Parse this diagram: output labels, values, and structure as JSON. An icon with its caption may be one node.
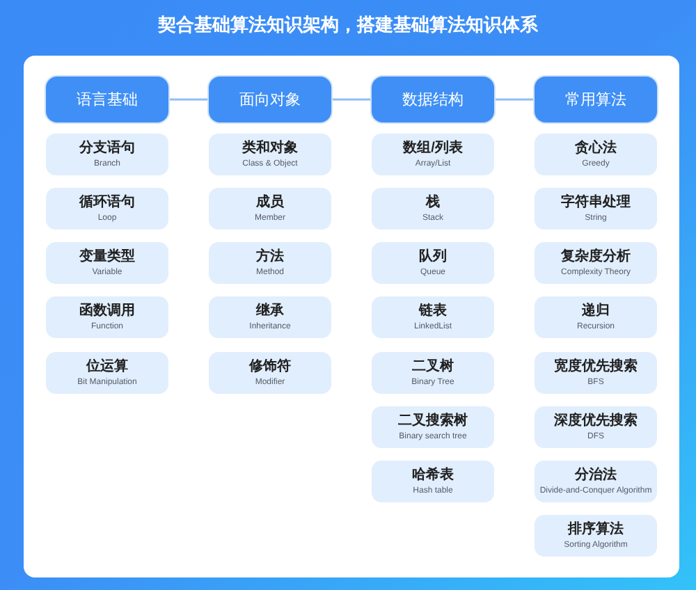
{
  "diagram": {
    "title": "契合基础算法知识架构，搭建基础算法知识体系",
    "nodes": [
      {
        "text": [
          "语言基础"
        ]
      },
      {
        "text": [
          "面向对象"
        ]
      },
      {
        "text": [
          "数据结构"
        ]
      },
      {
        "text": [
          "常用算法"
        ]
      },
      {
        "text": [
          "分支语句",
          "Branch"
        ]
      },
      {
        "text": [
          "循环语句",
          "Loop"
        ]
      },
      {
        "text": [
          "变量类型",
          "Variable"
        ]
      },
      {
        "text": [
          "函数调用",
          "Function"
        ]
      },
      {
        "text": [
          "位运算",
          "Bit Manipulation"
        ]
      },
      {
        "text": [
          "类和对象",
          "Class & Object"
        ]
      },
      {
        "text": [
          "成员",
          "Member"
        ]
      },
      {
        "text": [
          "方法",
          "Method"
        ]
      },
      {
        "text": [
          "继承",
          "Inheritance"
        ]
      },
      {
        "text": [
          "修饰符",
          "Modifier"
        ]
      },
      {
        "text": [
          "数组/列表",
          "Array/List"
        ]
      },
      {
        "text": [
          "栈",
          "Stack"
        ]
      },
      {
        "text": [
          "队列",
          "Queue"
        ]
      },
      {
        "text": [
          "链表",
          "LinkedList"
        ]
      },
      {
        "text": [
          "二叉树",
          "Binary Tree"
        ]
      },
      {
        "text": [
          "二叉搜索树",
          "Binary search tree"
        ]
      },
      {
        "text": [
          "哈希表",
          "Hash table"
        ]
      },
      {
        "text": [
          "贪心法",
          "Greedy"
        ]
      },
      {
        "text": [
          "字符串处理",
          "String"
        ]
      },
      {
        "text": [
          "复杂度分析",
          "Complexity Theory"
        ]
      },
      {
        "text": [
          "递归",
          "Recursion"
        ]
      },
      {
        "text": [
          "宽度优先搜索",
          "BFS"
        ]
      },
      {
        "text": [
          "深度优先搜索",
          "DFS"
        ]
      },
      {
        "text": [
          "分治法",
          "Divide-and-Conquer Algorithm"
        ]
      },
      {
        "text": [
          "排序算法",
          "Sorting Algorithm"
        ]
      }
    ],
    "edges": [
      {
        "from": 0,
        "to": 1,
        "arrow": "none"
      },
      {
        "from": 1,
        "to": 2,
        "arrow": "none"
      },
      {
        "from": 2,
        "to": 3,
        "arrow": "none"
      }
    ]
  }
}
